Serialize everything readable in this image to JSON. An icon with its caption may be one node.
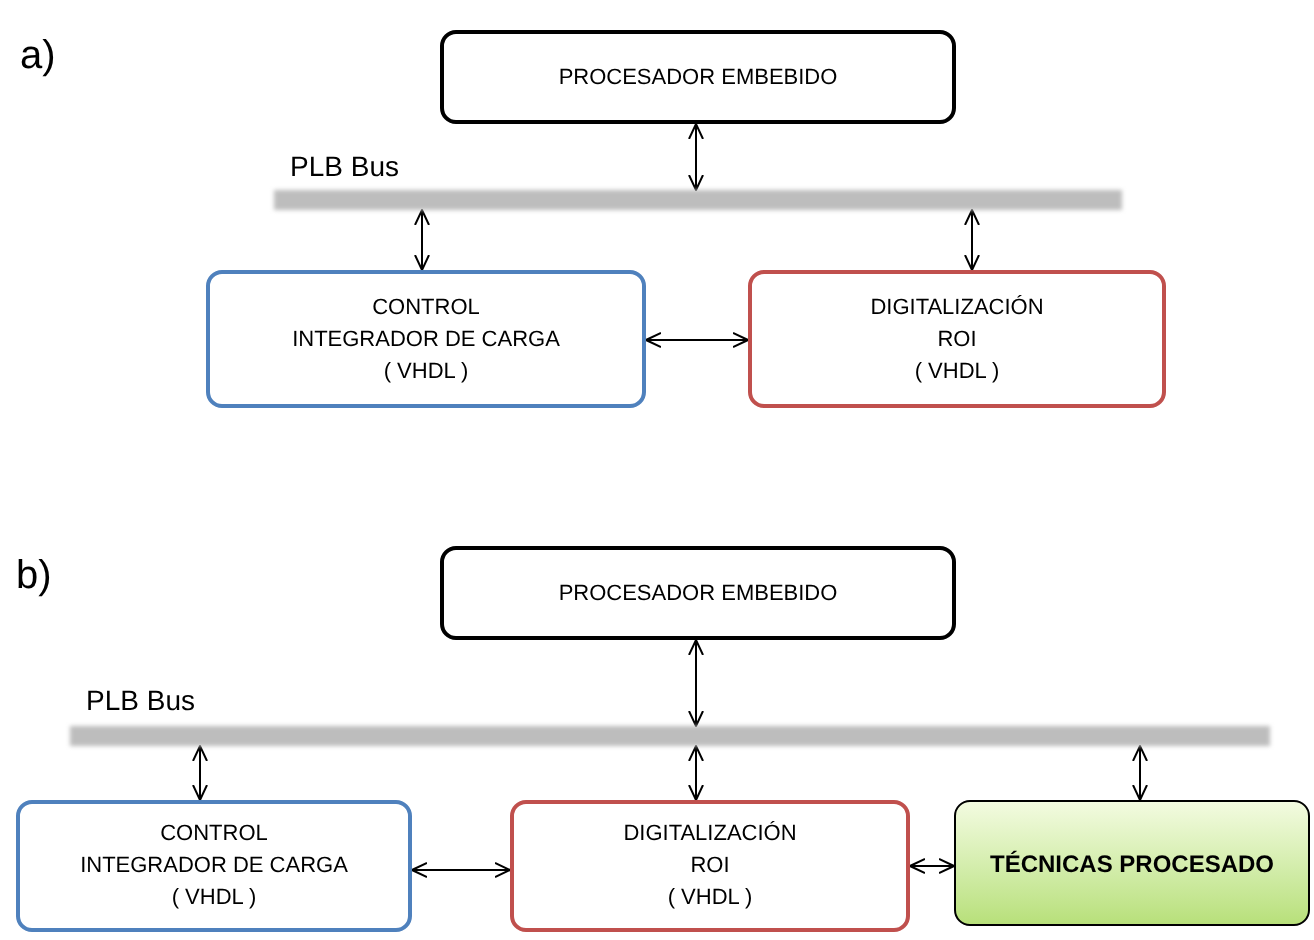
{
  "diagram": {
    "nodes": [
      {
        "text": [
          "PROCESADOR EMBEBIDO"
        ]
      },
      {
        "text": [
          "PLB Bus"
        ]
      },
      {
        "text": [
          "CONTROL",
          "INTEGRADOR DE CARGA",
          "( VHDL )"
        ]
      },
      {
        "text": [
          "DIGITALIZACIÓN",
          "ROI",
          "( VHDL )"
        ]
      },
      {
        "text": [
          "PROCESADOR EMBEBIDO"
        ]
      },
      {
        "text": [
          "PLB Bus"
        ]
      },
      {
        "text": [
          "CONTROL",
          "INTEGRADOR DE CARGA",
          "( VHDL )"
        ]
      },
      {
        "text": [
          "DIGITALIZACIÓN",
          "ROI",
          "( VHDL )"
        ]
      },
      {
        "text": [
          "TÉCNICAS PROCESADO"
        ]
      }
    ],
    "edges": [
      {
        "from": 0,
        "to": 1,
        "arrow": "both"
      },
      {
        "from": 1,
        "to": 2,
        "arrow": "both"
      },
      {
        "from": 1,
        "to": 3,
        "arrow": "both"
      },
      {
        "from": 2,
        "to": 3,
        "arrow": "both"
      },
      {
        "from": 4,
        "to": 5,
        "arrow": "both"
      },
      {
        "from": 5,
        "to": 6,
        "arrow": "both"
      },
      {
        "from": 5,
        "to": 7,
        "arrow": "both"
      },
      {
        "from": 5,
        "to": 8,
        "arrow": "both"
      },
      {
        "from": 6,
        "to": 7,
        "arrow": "both"
      },
      {
        "from": 7,
        "to": 8,
        "arrow": "both"
      }
    ],
    "labels": [
      "a)",
      "b)"
    ]
  }
}
